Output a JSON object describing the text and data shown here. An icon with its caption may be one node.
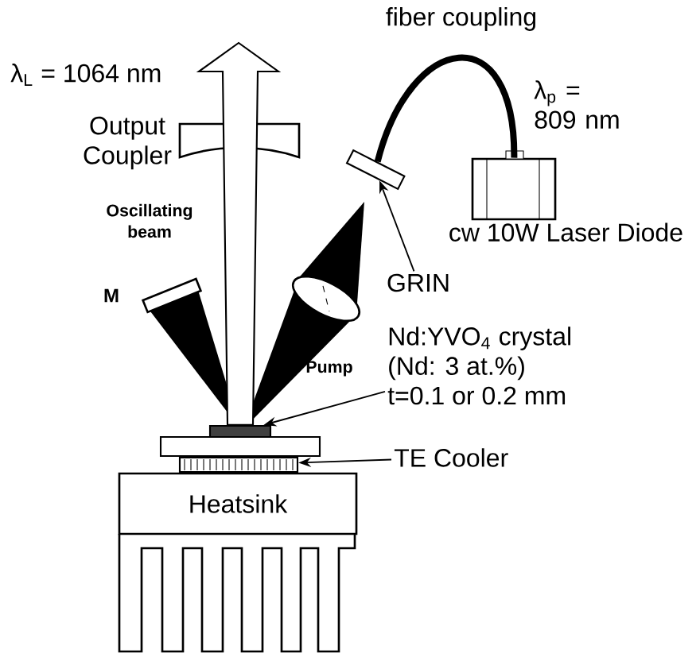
{
  "diagram": {
    "nodes": [
      {
        "text": [
          "Heatsink"
        ]
      },
      {
        "text": [
          "Nd:YVO$_{4}$ crystal",
          "(Nd: 3 at.%)",
          "t=0.1 or 0.2 mm"
        ]
      },
      {
        "text": [],
        "shape": "box"
      },
      {
        "text": [
          "TE Cooler"
        ]
      },
      {
        "text": [],
        "shape": "box"
      },
      {
        "text": [
          "GRIN"
        ]
      },
      {
        "text": [],
        "shape": "cylinder"
      },
      {
        "text": [
          "cw 10W Laser Diode"
        ]
      }
    ],
    "edges": [
      {
        "from": 1,
        "to": 2,
        "arrow": "to"
      },
      {
        "from": 3,
        "to": 4,
        "arrow": "to"
      },
      {
        "from": 5,
        "to": 6,
        "arrow": "to"
      },
      {
        "from": 6,
        "to": 7,
        "arrow": "none",
        "style": "thick",
        "label": "fiber coupling"
      },
      {
        "from": 2,
        "to": null,
        "arrow": "to"
      }
    ],
    "labels": [
      "λ$_{L}$ = 1064 nm",
      "Output Coupler",
      "Oscillating beam",
      "M",
      "λ$_{p}$ = 809 nm",
      "Pump"
    ]
  }
}
